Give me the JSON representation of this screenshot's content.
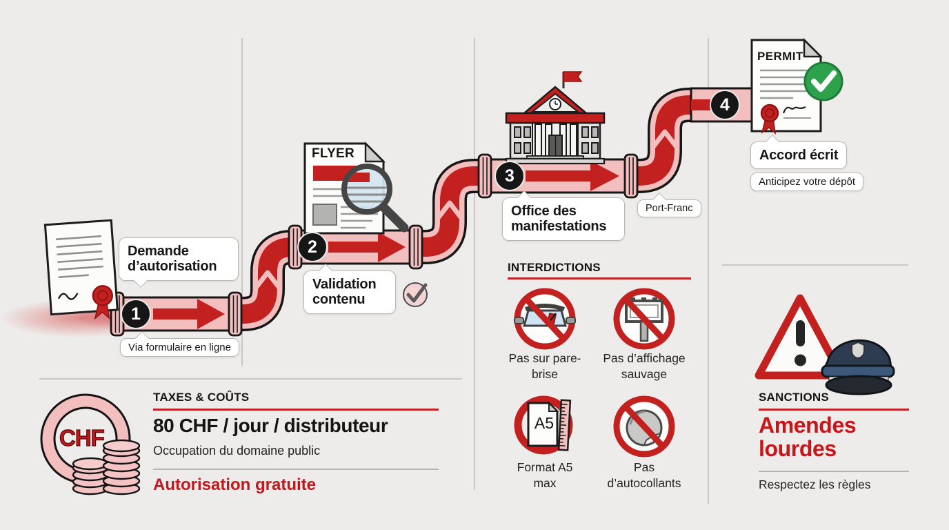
{
  "colors": {
    "accent_red": "#c32120",
    "pipe_pink": "#f2bebe",
    "badge_black": "#161616",
    "check_green": "#2da14c",
    "background": "#edecea"
  },
  "icons": {
    "step1": "document-seal-icon",
    "step2": "flyer-magnifier-icon",
    "step3": "government-building-icon",
    "step4": "permit-check-icon",
    "taxes": "chf-coins-icon",
    "interdiction1": "no-windshield-icon",
    "interdiction2": "no-billboard-icon",
    "interdiction3": "a5-ruler-icon",
    "interdiction4": "no-sticker-icon",
    "sanctions": "warning-police-cap-icon"
  },
  "process": {
    "flyer_label": "FLYER",
    "permit_label": "PERMIT",
    "steps": [
      {
        "num": "1",
        "title": "Demande d’autorisation",
        "note": "Via formulaire en ligne"
      },
      {
        "num": "2",
        "title": "Validation contenu",
        "note": ""
      },
      {
        "num": "3",
        "title": "Office des manifestations",
        "note": "Port-Franc"
      },
      {
        "num": "4",
        "title": "Accord écrit",
        "note": "Anticipez votre dépôt"
      }
    ]
  },
  "taxes": {
    "title": "TAXES & COÛTS",
    "amount": "80 CHF / jour / distributeur",
    "detail": "Occupation du domaine public",
    "highlight": "Autorisation gratuite",
    "currency": "CHF"
  },
  "interdictions": {
    "title": "INTERDICTIONS",
    "items": [
      {
        "label": "Pas sur pare-brise"
      },
      {
        "label": "Pas d’affichage sauvage"
      },
      {
        "label": "Format A5 max",
        "badge": "A5"
      },
      {
        "label": "Pas d’autocollants"
      }
    ]
  },
  "sanctions": {
    "title": "SANCTIONS",
    "headline": "Amendes lourdes",
    "note": "Respectez les règles"
  }
}
